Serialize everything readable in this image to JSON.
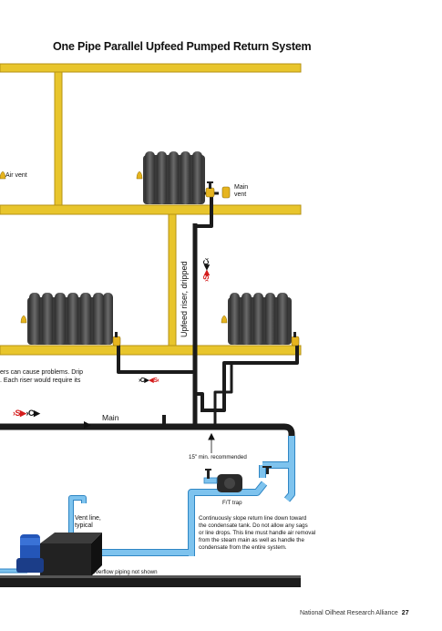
{
  "title": "One Pipe Parallel Upfeed Pumped Return System",
  "labels": {
    "air_vent": "Air vent",
    "main_vent_line1": "Main",
    "main_vent_line2": "vent",
    "upfeed_riser": "Upfeed riser, dripped",
    "main": "Main",
    "slope": "15\" min. recommended",
    "ft_trap": "F/T trap",
    "vent_line_1": "Vent line,",
    "vent_line_2": "typical",
    "overflow": "Overflow piping not shown"
  },
  "notes": {
    "left_partial_1": "ers can cause problems. Drip",
    "left_partial_2": ". Each riser would require its",
    "return_lines": [
      "Continuously slope return line down toward",
      "the condensate tank. Do not allow any sags",
      "or line drops. This line must handle air removal",
      "from the steam main as well as handle the",
      "condensate from the entire system."
    ]
  },
  "flow_markers": {
    "s": "S",
    "c": "C"
  },
  "footer": {
    "org": "National Oilheat Research Alliance",
    "page": "27"
  },
  "colors": {
    "beam": "#e8c52c",
    "beam_edge": "#b69214",
    "pipe": "#1b1b1b",
    "return_pipe": "#7ec3ee",
    "return_edge": "#2f86c4",
    "radiator": "#474747",
    "valve": "#e6b41e",
    "steam_marker": "#d41c1c"
  }
}
